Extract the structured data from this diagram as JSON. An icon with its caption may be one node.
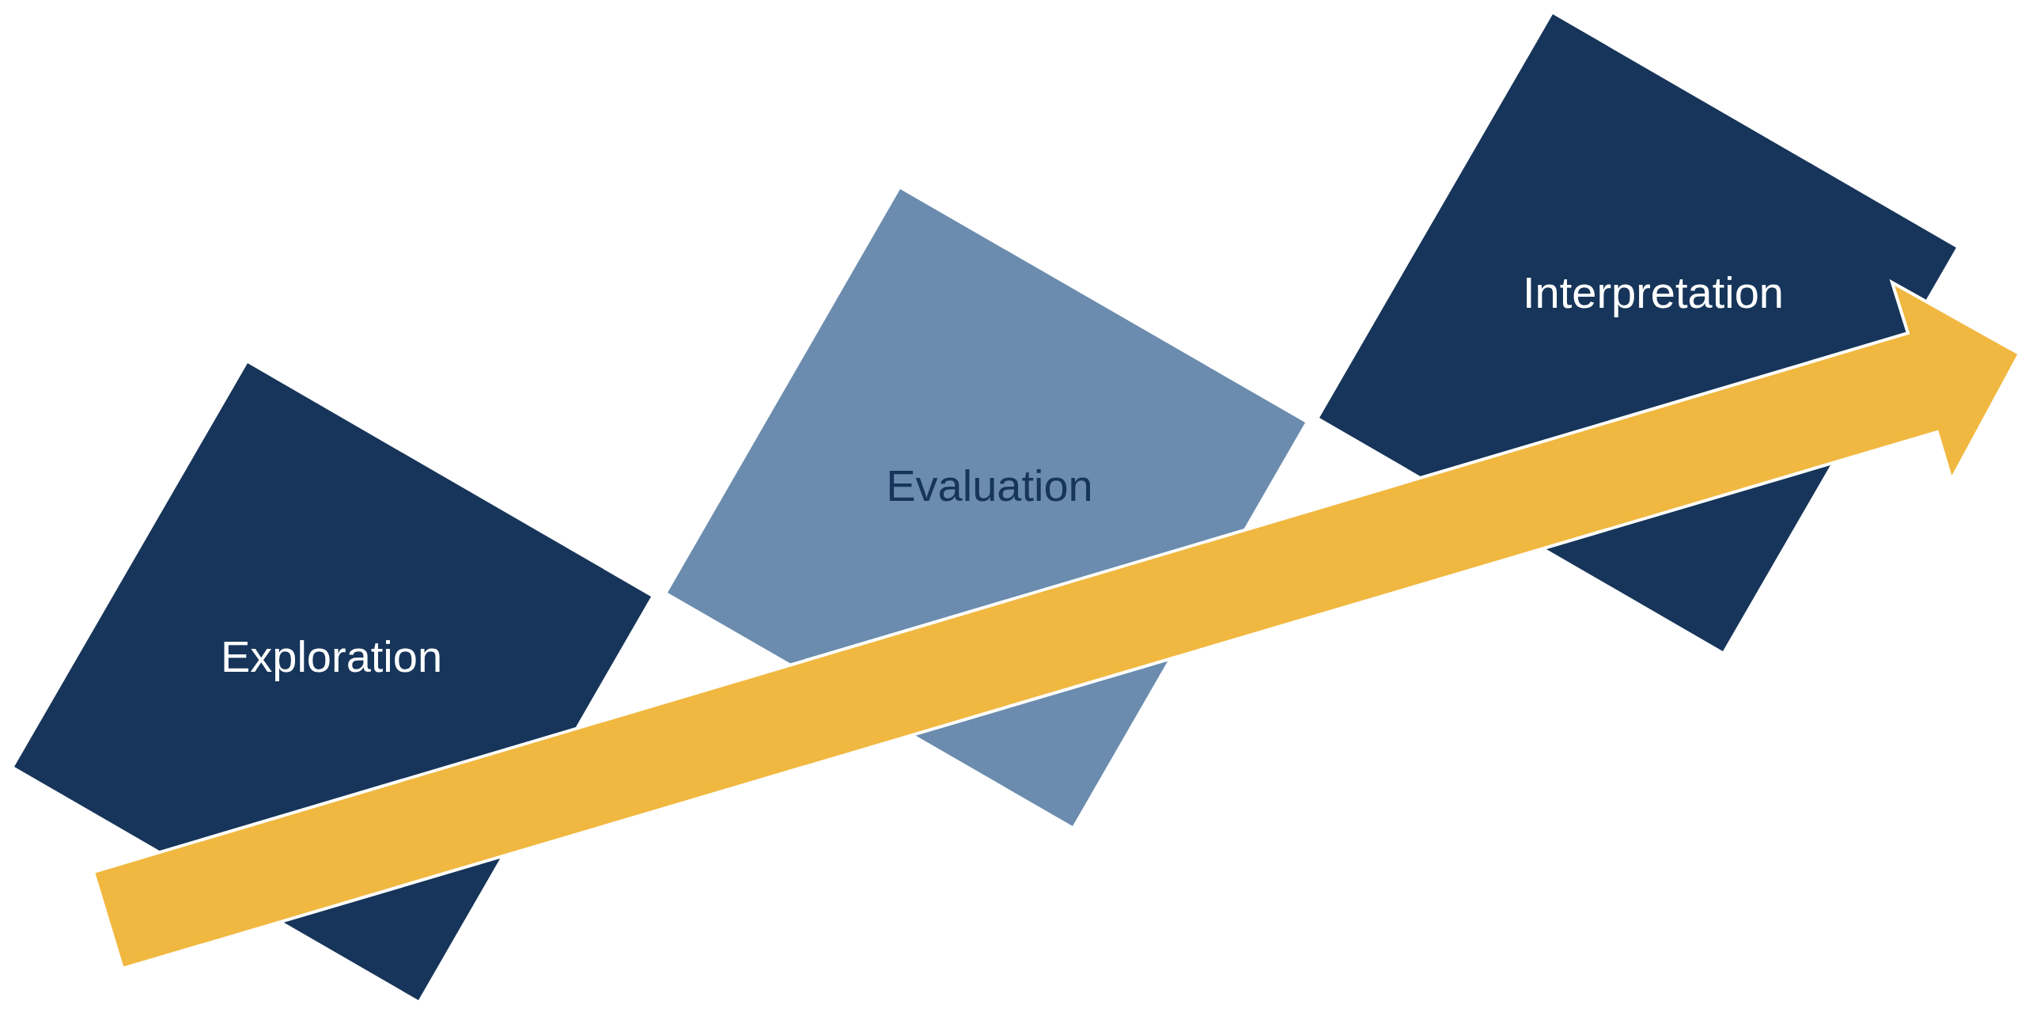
{
  "diagram": {
    "nodes": [
      {
        "text": [
          "Exploration"
        ]
      },
      {
        "text": [
          "Evaluation"
        ]
      },
      {
        "text": [
          "Interpretation"
        ]
      }
    ]
  }
}
